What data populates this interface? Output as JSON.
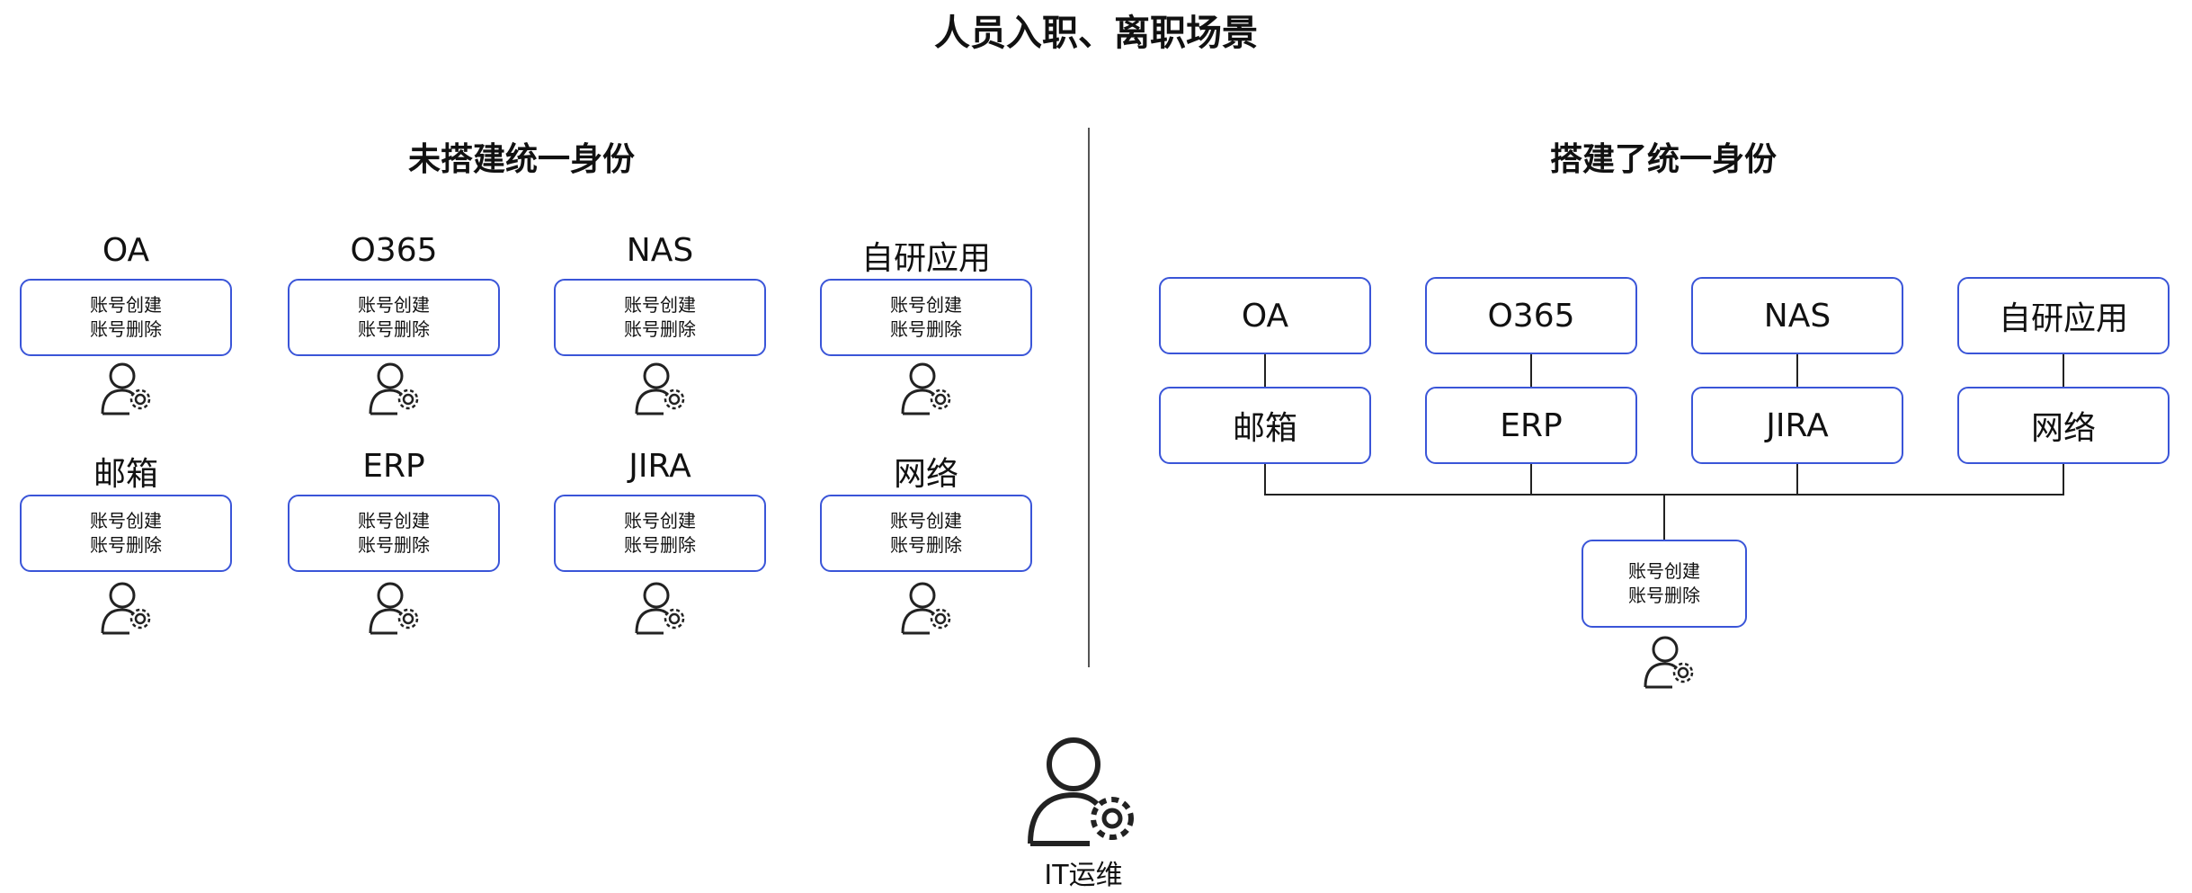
{
  "title": "人员入职、离职场景",
  "left": {
    "heading": "未搭建统一身份",
    "apps": [
      {
        "name": "OA",
        "ops": [
          "账号创建",
          "账号删除"
        ]
      },
      {
        "name": "O365",
        "ops": [
          "账号创建",
          "账号删除"
        ]
      },
      {
        "name": "NAS",
        "ops": [
          "账号创建",
          "账号删除"
        ]
      },
      {
        "name": "自研应用",
        "ops": [
          "账号创建",
          "账号删除"
        ]
      },
      {
        "name": "邮箱",
        "ops": [
          "账号创建",
          "账号删除"
        ]
      },
      {
        "name": "ERP",
        "ops": [
          "账号创建",
          "账号删除"
        ]
      },
      {
        "name": "JIRA",
        "ops": [
          "账号创建",
          "账号删除"
        ]
      },
      {
        "name": "网络",
        "ops": [
          "账号创建",
          "账号删除"
        ]
      }
    ]
  },
  "right": {
    "heading": "搭建了统一身份",
    "apps_top": [
      "OA",
      "O365",
      "NAS",
      "自研应用"
    ],
    "apps_bottom": [
      "邮箱",
      "ERP",
      "JIRA",
      "网络"
    ],
    "ops": [
      "账号创建",
      "账号删除"
    ]
  },
  "bottom": {
    "role_label": "IT运维"
  },
  "icons": {
    "admin": "user-gear-icon"
  },
  "colors": {
    "box_border": "#3a55d8",
    "line": "#222222"
  }
}
